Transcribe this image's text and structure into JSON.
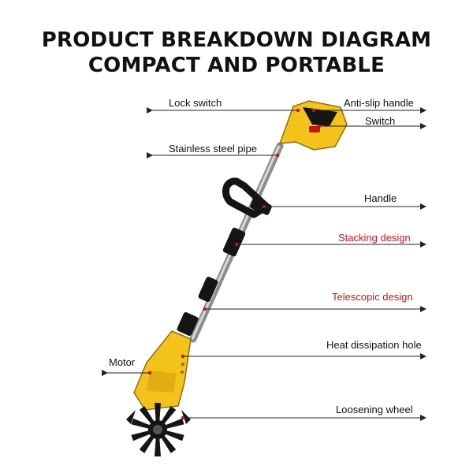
{
  "header": {
    "title_line1": "PRODUCT BREAKDOWN DIAGRAM",
    "title_line2": "COMPACT AND PORTABLE"
  },
  "labels": {
    "lock_switch": "Lock switch",
    "anti_slip_handle": "Anti-slip handle",
    "switch": "Switch",
    "stainless_steel_pipe": "Stainless steel pipe",
    "handle": "Handle",
    "stacking_design": "Stacking design",
    "telescopic_design": "Telescopic design",
    "heat_dissipation_hole": "Heat dissipation hole",
    "motor": "Motor",
    "loosening_wheel": "Loosening wheel"
  },
  "colors": {
    "product_yellow": "#f3c21b",
    "product_black": "#151515",
    "pipe_steel": "#9a9a9a",
    "highlight_red": "#c0151b",
    "leader_line": "#222222"
  }
}
